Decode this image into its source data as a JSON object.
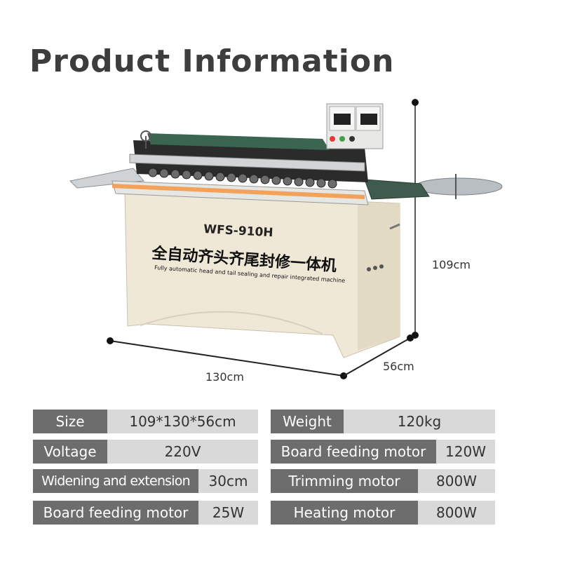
{
  "header": {
    "title": "Product Information"
  },
  "dimensions": {
    "height": "109cm",
    "width": "130cm",
    "depth": "56cm"
  },
  "machine": {
    "model": "WFS-910H",
    "name_cn": "全自动齐头齐尾封修一体机",
    "name_en": "Fully automatic head and tail sealing and repair integrated machine"
  },
  "specs_left": [
    {
      "label": "Size",
      "value": "109*130*56cm"
    },
    {
      "label": "Voltage",
      "value": "220V"
    },
    {
      "label": "Widening and extension",
      "value": "30cm"
    },
    {
      "label": "Board feeding motor",
      "value": "25W"
    }
  ],
  "specs_right": [
    {
      "label": "Weight",
      "value": "120kg"
    },
    {
      "label": "Board feeding motor",
      "value": "120W"
    },
    {
      "label": "Trimming motor",
      "value": "800W"
    },
    {
      "label": "Heating motor",
      "value": "800W"
    }
  ],
  "colors": {
    "label_bg": "#6d6d6d",
    "value_bg": "#d9d9d9",
    "title": "#3d3d3d",
    "machine_body": "#efe8d6"
  }
}
